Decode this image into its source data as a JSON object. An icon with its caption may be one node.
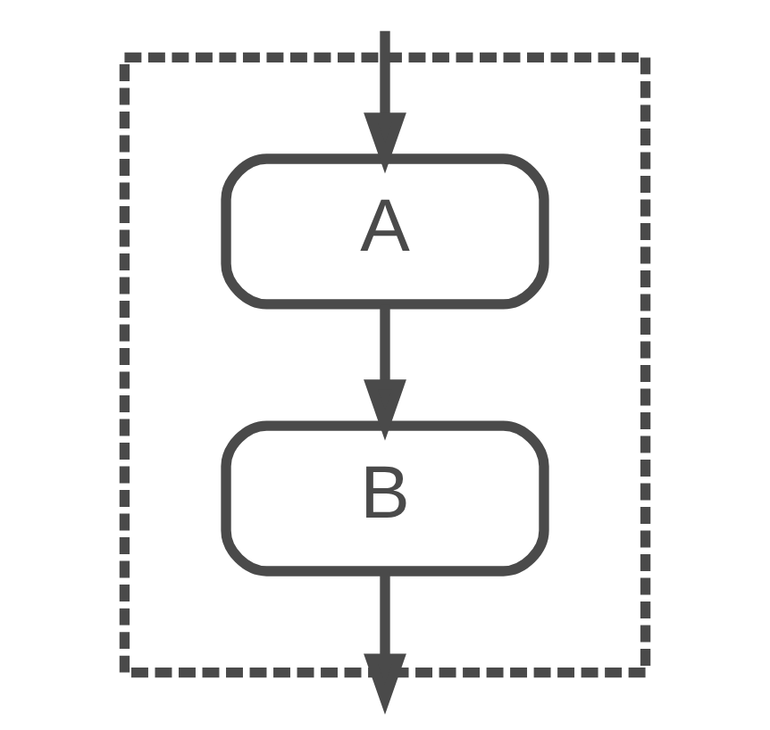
{
  "diagram": {
    "nodes": [
      {
        "text": [],
        "shape": "box"
      },
      {
        "text": [
          "A"
        ],
        "in": 0
      },
      {
        "text": [
          "B"
        ],
        "in": 0
      }
    ],
    "edges": [
      {
        "from": null,
        "to": 1,
        "arrow": "to"
      },
      {
        "from": 1,
        "to": 2,
        "arrow": "to"
      },
      {
        "from": 2,
        "to": null,
        "arrow": "to"
      }
    ]
  }
}
